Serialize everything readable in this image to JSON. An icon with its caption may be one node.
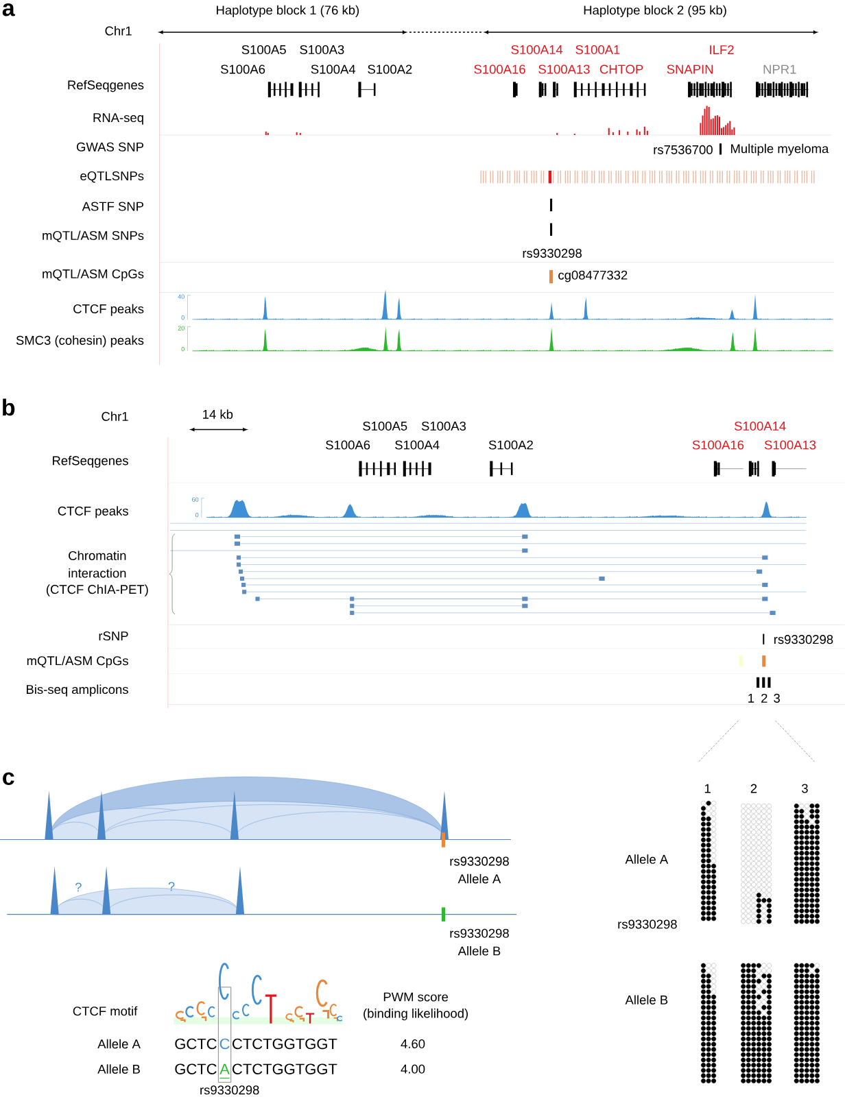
{
  "diagram": {
    "labels": [
      "a",
      "Haplotype block 1 (76 kb)",
      "Haplotype block 2 (95 kb)",
      "Chr1",
      "S100A5",
      "S100A3",
      "S100A14",
      "S100A1",
      "ILF2",
      "S100A6",
      "S100A4",
      "S100A2",
      "S100A16",
      "S100A13",
      "CHTOP",
      "SNAPIN",
      "NPR1",
      "RefSeqgenes",
      "RNA-seq",
      "GWAS SNP",
      "rs7536700",
      "Multiple myeloma",
      "eQTLSNPs",
      "ASTF SNP",
      "mQTL/ASM SNPs",
      "rs9330298",
      "mQTL/ASM CpGs",
      "cg08477332",
      "CTCF peaks",
      "40",
      "0",
      "SMC3 (cohesin) peaks",
      "20",
      "0",
      "b",
      "Chr1",
      "14 kb",
      "S100A5",
      "S100A3",
      "S100A14",
      "S100A6",
      "S100A4",
      "S100A2",
      "S100A16",
      "S100A13",
      "RefSeqgenes",
      "60",
      "0",
      "CTCF peaks",
      "Chromatin",
      "interaction",
      "(CTCF ChIA-PET)",
      "rSNP",
      "rs9330298",
      "mQTL/ASM CpGs",
      "Bis-seq amplicons",
      "1",
      "2",
      "3",
      "c",
      "1",
      "2",
      "3",
      "rs9330298",
      "Allele A",
      "Allele A",
      "?",
      "?",
      "rs9330298",
      "rs9330298",
      "Allele B",
      "PWM score",
      "Allele B",
      "CTCF motif",
      "(binding likelihood)",
      "Allele A",
      "GCTC",
      "C",
      "CTCTGGTGGT",
      "4.60",
      "Allele B",
      "GCTC",
      "A",
      "CTCTGGTGGT",
      "4.00",
      "rs9330298"
    ]
  }
}
